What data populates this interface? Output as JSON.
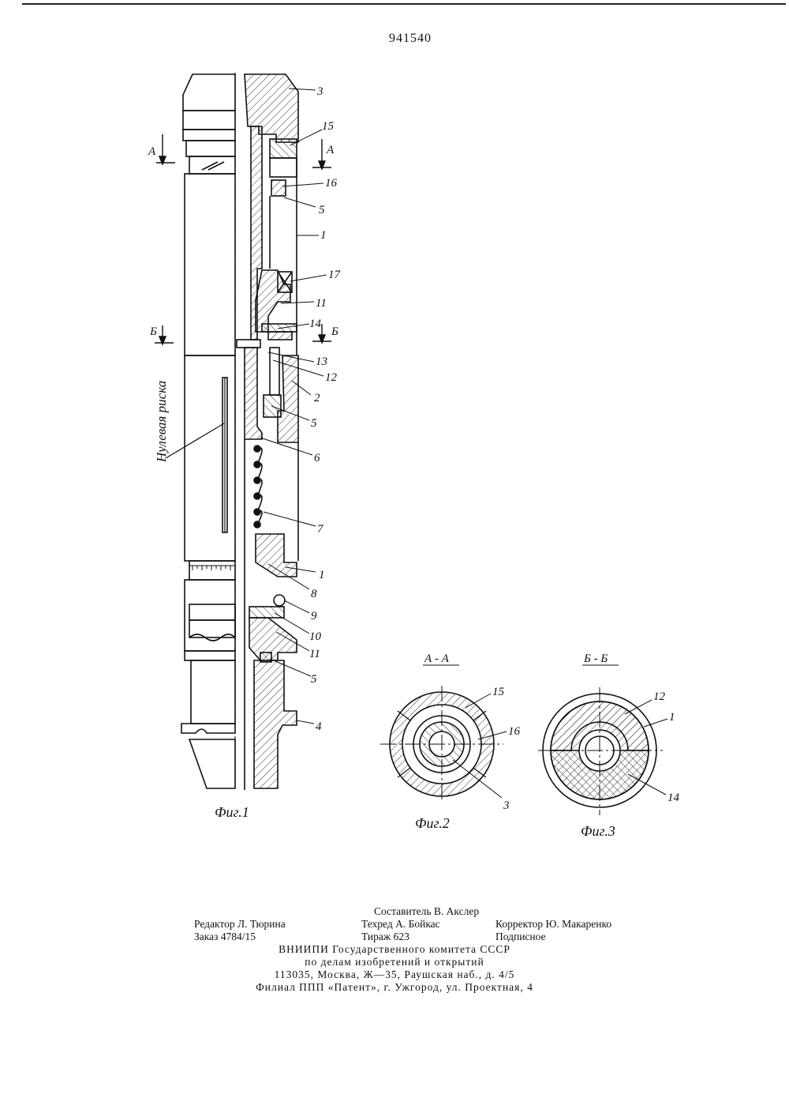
{
  "document": {
    "patent_number": "941540"
  },
  "labels": {
    "n1": "1",
    "n2": "2",
    "n3": "3",
    "n4": "4",
    "n5": "5",
    "n6": "6",
    "n7": "7",
    "n8": "8",
    "n9": "9",
    "n10": "10",
    "n11": "11",
    "n12": "12",
    "n13": "13",
    "n14": "14",
    "n15": "15",
    "n16": "16",
    "n17": "17",
    "section_a": "А",
    "section_b": "Б",
    "zero_mark": "Нулевая риска"
  },
  "figures": {
    "fig1": "Фиг.1",
    "fig2": "Фиг.2",
    "fig3": "Фиг.3",
    "section_aa": "А - А",
    "section_bb": "Б - Б"
  },
  "colophon": {
    "compiler": "Составитель В. Акслер",
    "editor": "Редактор Л. Тюрина",
    "techred": "Техред А. Бойкас",
    "corrector": "Корректор Ю. Макаренко",
    "order": "Заказ 4784/15",
    "circulation": "Тираж 623",
    "subscription": "Подписное",
    "org1": "ВНИИПИ Государственного комитета СССР",
    "org2": "по делам изобретений и открытий",
    "address": "113035, Москва, Ж—35, Раушская наб., д. 4/5",
    "branch": "Филиал ППП «Патент», г. Ужгород, ул. Проектная, 4"
  }
}
